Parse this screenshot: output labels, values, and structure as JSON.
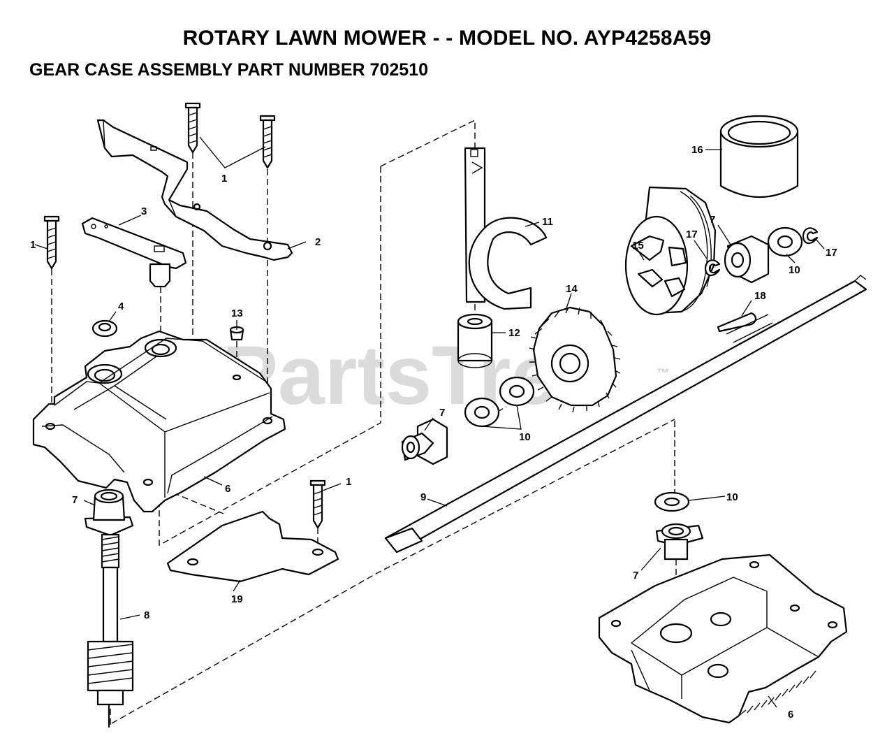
{
  "title": "ROTARY LAWN MOWER - - MODEL NO. AYP4258A59",
  "subtitle": "GEAR CASE ASSEMBLY PART NUMBER 702510",
  "watermark": "PartsTree",
  "watermark_tm": "™",
  "callouts": {
    "c1_top": "1",
    "c1_left": "1",
    "c1_bottom": "1",
    "c2": "2",
    "c3": "3",
    "c4": "4",
    "c6_upper": "6",
    "c6_lower": "6",
    "c7_left": "7",
    "c7_mid": "7",
    "c7_top": "7",
    "c7_lower": "7",
    "c8": "8",
    "c9": "9",
    "c10_top": "10",
    "c10_mid": "10",
    "c10_lower": "10",
    "c11": "11",
    "c12": "12",
    "c13": "13",
    "c14": "14",
    "c15": "15",
    "c16": "16",
    "c17_a": "17",
    "c17_b": "17",
    "c18": "18",
    "c19": "19"
  }
}
